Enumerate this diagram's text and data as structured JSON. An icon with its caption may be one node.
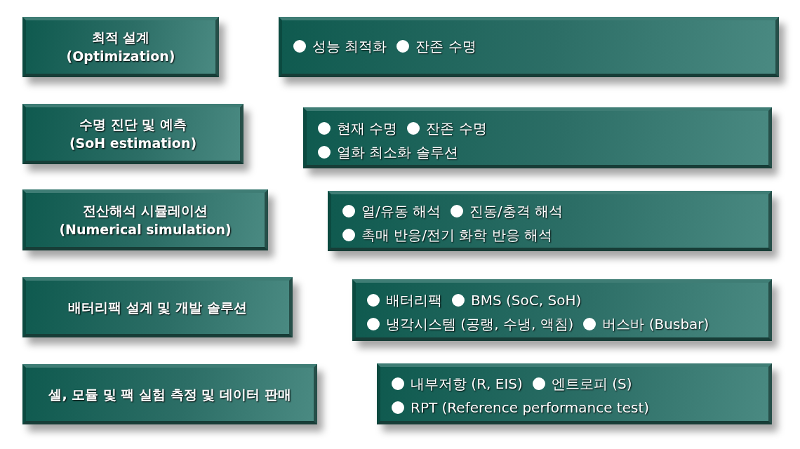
{
  "diagram": {
    "nodes": [
      {
        "text": [
          "최적 설계",
          "(Optimization)"
        ]
      },
      {
        "text": [
          "성능 최적화",
          "잔존 수명"
        ]
      },
      {
        "text": [
          "수명 진단 및 예측",
          "(SoH estimation)"
        ]
      },
      {
        "text": [
          "현재 수명",
          "잔존 수명",
          "열화 최소화 솔루션"
        ]
      },
      {
        "text": [
          "전산해석 시뮬레이션",
          "(Numerical simulation)"
        ]
      },
      {
        "text": [
          "열/유동 해석",
          "진동/충격 해석",
          "촉매 반응/전기 화학 반응 해석"
        ]
      },
      {
        "text": [
          "배터리팩 설계 및 개발 솔루션"
        ]
      },
      {
        "text": [
          "배터리팩",
          "BMS (SoC, SoH)",
          "냉각시스템 (공랭, 수냉, 액침)",
          "버스바 (Busbar)"
        ]
      },
      {
        "text": [
          "셀, 모듈 및 팩 실험 측정 및 데이터 판매"
        ]
      },
      {
        "text": [
          "내부저항 (R, EIS)",
          "엔트로피 (S)",
          "RPT (Reference performance test)"
        ]
      }
    ]
  }
}
